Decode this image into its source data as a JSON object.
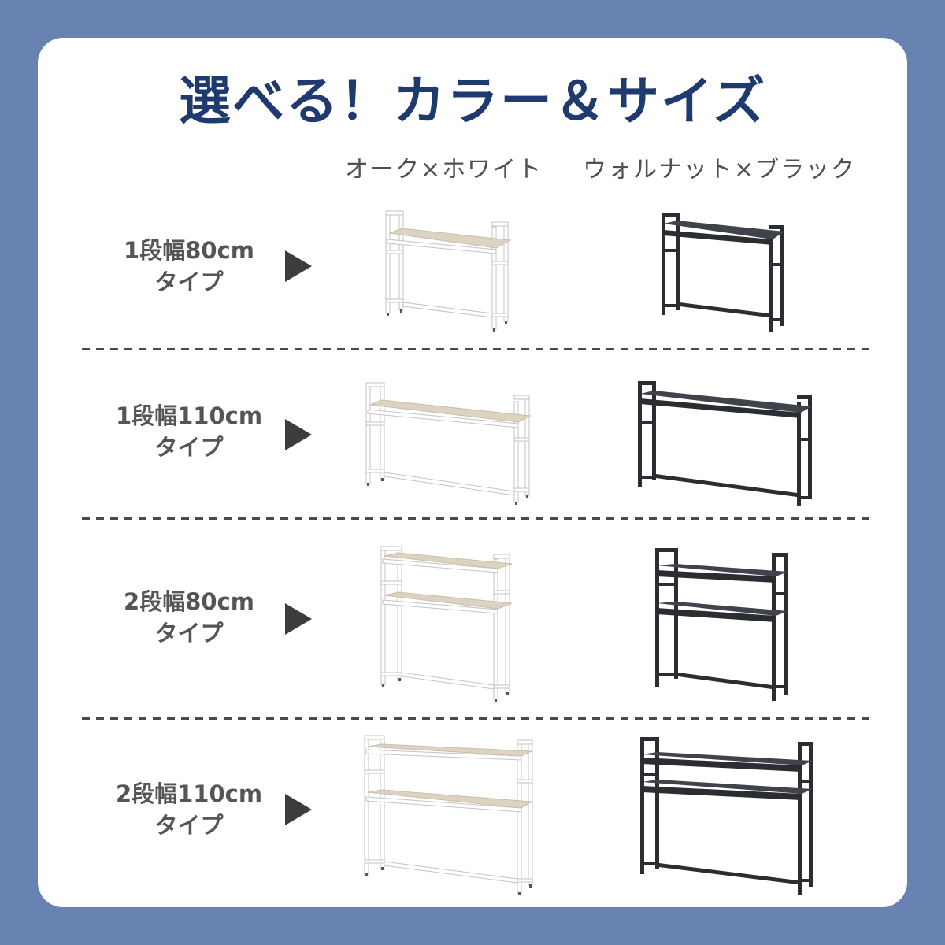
{
  "page": {
    "title": "選べる！カラー＆サイズ",
    "colors": {
      "background": "#6882b1",
      "card": "#ffffff",
      "title": "#1f3a6e",
      "label_text": "#555555",
      "arrow": "#3c3c3c",
      "divider": "#4a4a4a"
    }
  },
  "columns": [
    {
      "label": "オーク×ホワイト",
      "frame_color": "#ffffff",
      "frame_stroke": "#c8c8cc",
      "shelf_color": "#dcd3c2"
    },
    {
      "label": "ウォルナット×ブラック",
      "frame_color": "#2b2d33",
      "frame_stroke": "#1a1b1f",
      "shelf_color": "#3e4048"
    }
  ],
  "rows": [
    {
      "label_line1": "1段幅80cm",
      "label_line2": "タイプ",
      "tiers": 1,
      "width": "80cm"
    },
    {
      "label_line1": "1段幅110cm",
      "label_line2": "タイプ",
      "tiers": 1,
      "width": "110cm"
    },
    {
      "label_line1": "2段幅80cm",
      "label_line2": "タイプ",
      "tiers": 2,
      "width": "80cm"
    },
    {
      "label_line1": "2段幅110cm",
      "label_line2": "タイプ",
      "tiers": 2,
      "width": "110cm"
    }
  ],
  "icons": {
    "row_arrow": "triangle-right-icon"
  }
}
